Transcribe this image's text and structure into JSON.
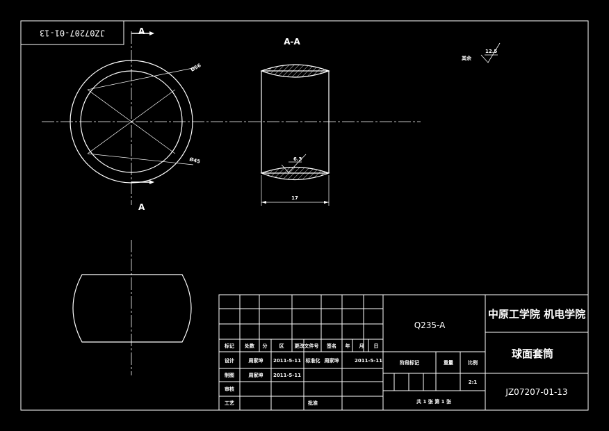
{
  "drawing": {
    "number_box": "JZ07207-01-13",
    "section_letter_top": "A",
    "section_letter_bottom": "A",
    "section_title": "A-A",
    "dim_od": "Ø56",
    "dim_id": "Ø45",
    "dim_width": "17",
    "roughness_inner": "6.3",
    "roughness_general": "12.5",
    "roughness_note": "其余"
  },
  "title_block": {
    "material": "Q235-A",
    "school": "中原工学院 机电学院",
    "part_name": "球面套筒",
    "drawing_no": "JZ07207-01-13",
    "header_row": [
      "标记",
      "处数",
      "分",
      "区",
      "更改文件号",
      "签名",
      "年",
      "月",
      "日"
    ],
    "row_design": [
      "设计",
      "周家坤",
      "2011-5-11",
      "标准化",
      "周家坤",
      "2011-5-11"
    ],
    "row_draw": [
      "制图",
      "周家坤",
      "2011-5-11"
    ],
    "row_review": "审核",
    "row_process": "工艺",
    "approve": "批准",
    "stage_label": "阶段标记",
    "weight_label": "重量",
    "scale_label": "比例",
    "scale_value": "2:1",
    "sheets": "共 1 张  第 1 张"
  },
  "colors": {
    "line": "#ffffff",
    "background": "#000000"
  }
}
